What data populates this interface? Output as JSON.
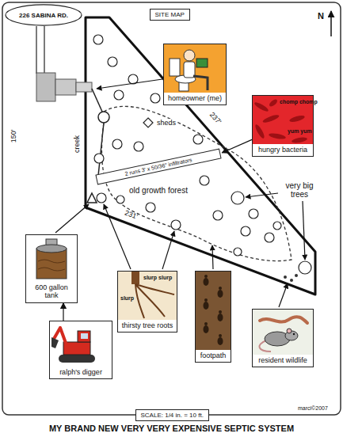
{
  "diagram": {
    "title": "MY BRAND NEW VERY VERY EXPENSIVE SEPTIC SYSTEM",
    "nodes": [
      {
        "text": [
          "226 SABINA RD."
        ]
      },
      {
        "text": [
          "SITE MAP"
        ]
      },
      {
        "text": [
          "homeowner (me)"
        ]
      },
      {
        "text": [
          "sheds"
        ]
      },
      {
        "text": [
          "chomp chomp",
          "yum yum",
          "hungry bacteria"
        ]
      },
      {
        "text": [
          "2 runs 3' x 50/36\" infiltrators"
        ]
      },
      {
        "text": [
          "600 gallon tank"
        ]
      },
      {
        "text": [
          "slurp slurp",
          "slurp",
          "thirsty tree roots"
        ]
      },
      {
        "text": [
          "footpath"
        ]
      },
      {
        "text": [
          "resident wildlife"
        ]
      },
      {
        "text": [
          "ralph's digger"
        ]
      },
      {
        "text": [
          "SCALE: 1/4 in. = 10 ft."
        ]
      }
    ],
    "edges": [
      {
        "from": 4,
        "to": 5,
        "arrow": "to"
      },
      {
        "from": 10,
        "to": 6,
        "arrow": "to"
      }
    ],
    "labels": [
      "N",
      "creek",
      "150'",
      "237'",
      "old growth forest",
      "very big trees",
      "231'",
      "marci©2007"
    ]
  }
}
